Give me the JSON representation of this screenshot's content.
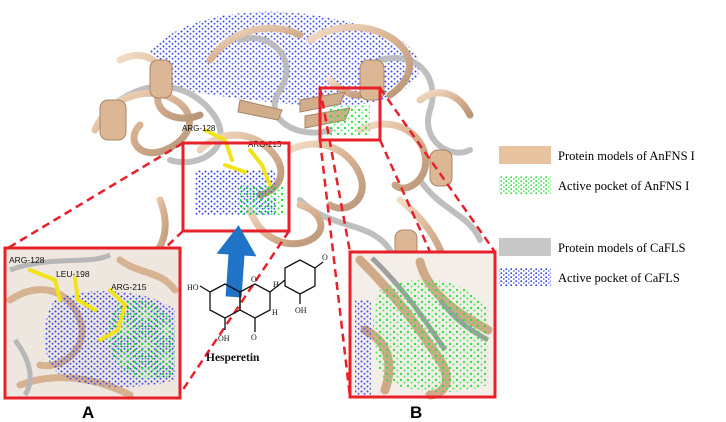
{
  "figure": {
    "panels": {
      "a": "A",
      "b": "B"
    },
    "residues": {
      "main": [
        "ARG-128",
        "ARG-215"
      ],
      "inset": [
        "ARG-128",
        "LEU-198",
        "ARG-215"
      ]
    },
    "ligand": {
      "name": "Hesperetin",
      "atoms": [
        "HO",
        "OH",
        "O",
        "O",
        "O",
        "OH",
        "H",
        "H"
      ]
    },
    "legend": [
      {
        "label": "Protein models of AnFNS I",
        "kind": "protein",
        "color": "#e8c3a2"
      },
      {
        "label": "Active pocket of AnFNS I",
        "kind": "pocket",
        "color": "#22dd33"
      },
      {
        "label": "Protein models of CaFLS",
        "kind": "protein",
        "color": "#c8c8c8"
      },
      {
        "label": "Active pocket of CaFLS",
        "kind": "pocket",
        "color": "#3344dd"
      }
    ],
    "colors": {
      "highlight": "#e8202a",
      "arrow": "#1f74c8",
      "residue": "#f2e21a"
    }
  }
}
